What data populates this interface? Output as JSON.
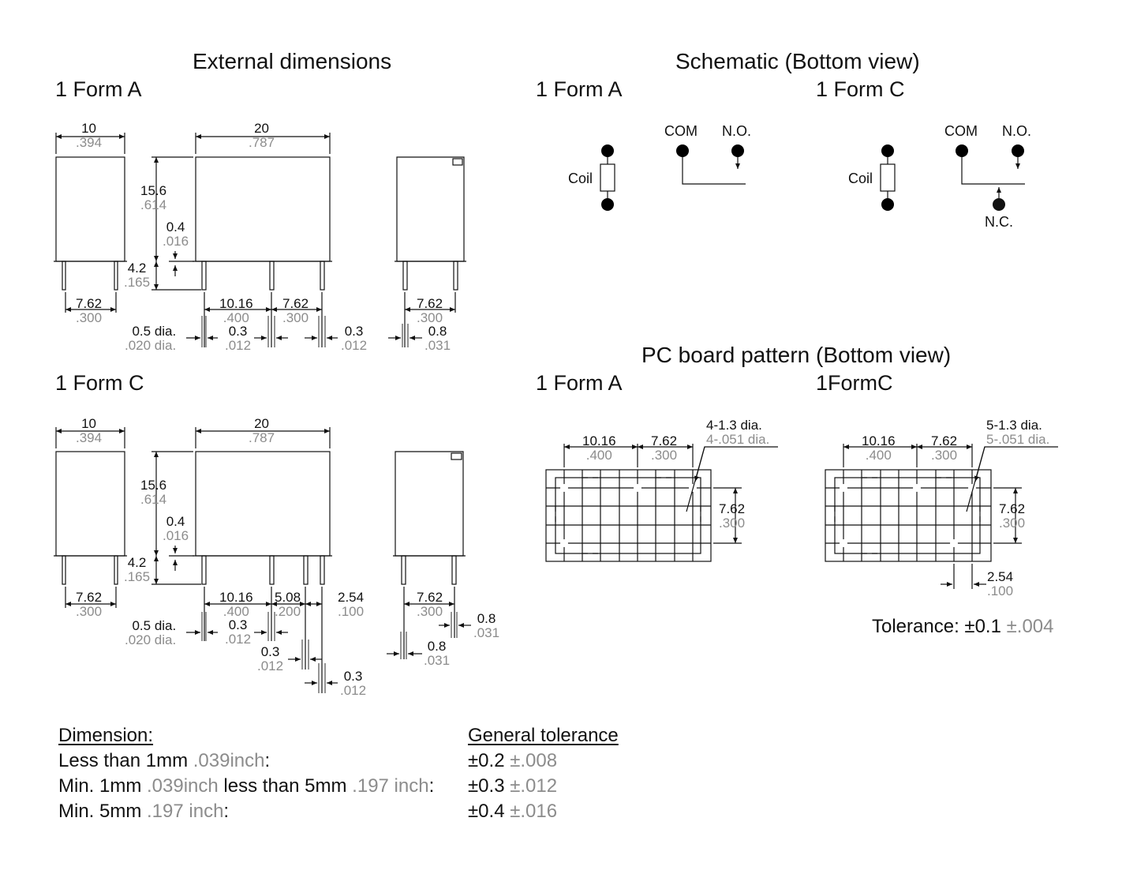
{
  "titles": {
    "external": "External dimensions",
    "schematic": "Schematic (Bottom view)",
    "pcb": "PC board pattern (Bottom view)"
  },
  "sections": {
    "ext_form_a": "1 Form A",
    "ext_form_c": "1 Form C",
    "sch_form_a": "1 Form A",
    "sch_form_c": "1 Form C",
    "pcb_form_a": "1 Form A",
    "pcb_form_c": "1FormC"
  },
  "dims_a": {
    "w10_mm": "10",
    "w10_in": ".394",
    "w20_mm": "20",
    "w20_in": ".787",
    "h156_mm": "15.6",
    "h156_in": ".614",
    "g04_mm": "0.4",
    "g04_in": ".016",
    "p42_mm": "4.2",
    "p42_in": ".165",
    "s762a_mm": "7.62",
    "s762a_in": ".300",
    "s1016_mm": "10.16",
    "s1016_in": ".400",
    "s762b_mm": "7.62",
    "s762b_in": ".300",
    "s762c_mm": "7.62",
    "s762c_in": ".300",
    "dia_mm": "0.5 dia.",
    "dia_in": ".020 dia.",
    "t03a_mm": "0.3",
    "t03a_in": ".012",
    "t03b_mm": "0.3",
    "t03b_in": ".012",
    "t08_mm": "0.8",
    "t08_in": ".031"
  },
  "dims_c": {
    "w10_mm": "10",
    "w10_in": ".394",
    "w20_mm": "20",
    "w20_in": ".787",
    "h156_mm": "15.6",
    "h156_in": ".614",
    "g04_mm": "0.4",
    "g04_in": ".016",
    "p42_mm": "4.2",
    "p42_in": ".165",
    "s762a_mm": "7.62",
    "s762a_in": ".300",
    "s1016_mm": "10.16",
    "s1016_in": ".400",
    "s508_mm": "5.08",
    "s508_in": ".200",
    "s254_mm": "2.54",
    "s254_in": ".100",
    "s762c_mm": "7.62",
    "s762c_in": ".300",
    "dia_mm": "0.5 dia.",
    "dia_in": ".020 dia.",
    "t03a_mm": "0.3",
    "t03a_in": ".012",
    "t03b_mm": "0.3",
    "t03b_in": ".012",
    "t03c_mm": "0.3",
    "t03c_in": ".012",
    "t08a_mm": "0.8",
    "t08a_in": ".031",
    "t08b_mm": "0.8",
    "t08b_in": ".031"
  },
  "schematic": {
    "coil": "Coil",
    "com": "COM",
    "no": "N.O.",
    "nc": "N.C."
  },
  "pcb": {
    "a_s1016_mm": "10.16",
    "a_s1016_in": ".400",
    "a_s762_mm": "7.62",
    "a_s762_in": ".300",
    "a_hole_mm": "4-1.3 dia.",
    "a_hole_in": "4-.051 dia.",
    "a_v762_mm": "7.62",
    "a_v762_in": ".300",
    "c_s1016_mm": "10.16",
    "c_s1016_in": ".400",
    "c_s762_mm": "7.62",
    "c_s762_in": ".300",
    "c_hole_mm": "5-1.3 dia.",
    "c_hole_in": "5-.051 dia.",
    "c_v762_mm": "7.62",
    "c_v762_in": ".300",
    "c_s254_mm": "2.54",
    "c_s254_in": ".100",
    "tolerance_label": "Tolerance: ±0.1",
    "tolerance_in": "±.004"
  },
  "tolerance_table": {
    "col1_header": "Dimension:",
    "col2_header": "General tolerance",
    "rows": [
      {
        "p1": "Less than 1mm",
        "g1": ".039inch",
        "p2": ":",
        "g2": "",
        "p3": "",
        "mm": "±0.2",
        "inch": "±.008"
      },
      {
        "p1": "Min. 1mm",
        "g1": ".039inch",
        "p2": " less than 5mm",
        "g2": ".197 inch",
        "p3": ":",
        "mm": "±0.3",
        "inch": "±.012"
      },
      {
        "p1": "Min. 5mm",
        "g1": ".197 inch",
        "p2": ":",
        "g2": "",
        "p3": "",
        "mm": "±0.4",
        "inch": "±.016"
      }
    ]
  }
}
